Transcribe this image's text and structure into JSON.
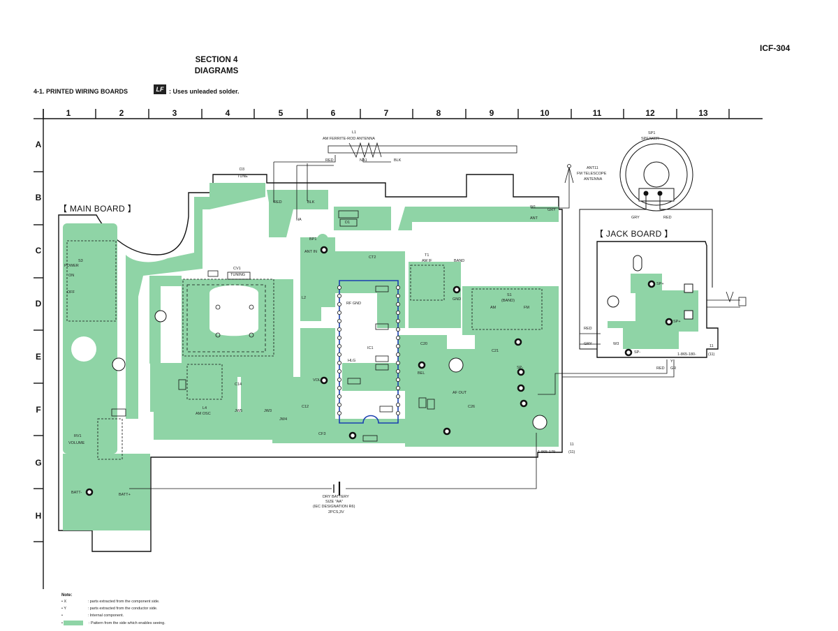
{
  "header": {
    "model": "ICF-304",
    "section": "SECTION 4",
    "section_title": "DIAGRAMS",
    "subsection": "4-1. PRINTED WIRING BOARDS",
    "lf_logo_text": "LF",
    "lf_note": ": Uses unleaded solder."
  },
  "grid": {
    "columns": [
      "1",
      "2",
      "3",
      "4",
      "5",
      "6",
      "7",
      "8",
      "9",
      "10",
      "11",
      "12",
      "13"
    ],
    "rows": [
      "A",
      "B",
      "C",
      "D",
      "E",
      "F",
      "G",
      "H"
    ]
  },
  "boards": {
    "main": "【 MAIN BOARD 】",
    "jack": "【 JACK BOARD 】"
  },
  "components": {
    "antenna_ref": "L1",
    "antenna_name": "AM FERRITE-ROD ANTENNA",
    "ant_red": "RED",
    "ant_na": "NA1",
    "ant_blk": "BLK",
    "speaker_ref": "SP1",
    "speaker_name": "SPEAKER",
    "fm_ant_ref": "ANT11",
    "fm_ant_name": "FM TELESCOPE",
    "fm_ant_name2": "ANTENNA",
    "d3": "D3",
    "tune": "TUNE",
    "red": "RED",
    "blk": "BLK",
    "na": "NA",
    "w1": "W1",
    "gry": "GRY",
    "ant": "ANT",
    "d1": "D1",
    "bp1": "BP1",
    "ant_in": "ANT IN",
    "s3": "S3",
    "power": "POWER",
    "on": "ON",
    "off": "OFF",
    "cv1": "CV1",
    "tuning": "TUNING",
    "ct2": "CT2",
    "t1": "T1",
    "am_if": "AM IF",
    "band": "BAND",
    "gnd": "GND",
    "s1": "S1",
    "s1_band": "(BAND)",
    "am": "AM",
    "fm": "FM",
    "rf_gnd": "RF GND",
    "ic1": "IC1",
    "l2": "L2",
    "c20": "C20",
    "c21": "C21",
    "sp_minus": "SP-",
    "vol": "VOL",
    "hlg": "HLG",
    "bel": "BEL",
    "af_out": "AF OUT",
    "c26": "C26",
    "c14": "C14",
    "c12": "C12",
    "cf3": "CF3",
    "jw3": "JW3",
    "jw4": "JW4",
    "jw5": "JW5",
    "l4": "L4",
    "am_osc": "AM OSC",
    "rv1": "RV1",
    "volume": "VOLUME",
    "batt_minus": "BATT-",
    "batt_plus": "BATT+",
    "battery_title": "DRY BATTERY",
    "battery_size": "SIZE \"AA\"",
    "battery_iec": "(IEC DESIGNATION R6)",
    "battery_qty": "2PCS,3V",
    "board_no_main": "1-865-179-",
    "board_no_main_rev": "11",
    "board_no_main_rev2": "(11)",
    "board_no_jack": "1-865-180-",
    "board_no_jack_rev": "11",
    "board_no_jack_rev2": "(11)",
    "sp_plus": "SP+",
    "w3": "W3",
    "jack_gry": "GRY",
    "jack_red": "RED",
    "gry_red_1": "GRY",
    "gry_red_2": "RED",
    "y": "Y",
    "gr": "GR"
  },
  "notes": {
    "title": "Note:",
    "items": [
      {
        "sym": "• X",
        "text": ": parts extracted from the component side."
      },
      {
        "sym": "• Y",
        "text": ": parts extracted from the conductor side."
      },
      {
        "sym": "•",
        "text": ": Internal component."
      },
      {
        "sym": "•",
        "text": ": Pattern from the side which enables seeing."
      }
    ]
  },
  "colors": {
    "trace": "#8fd4a6",
    "line": "#111111",
    "ic_outline": "#1a3fb0"
  }
}
